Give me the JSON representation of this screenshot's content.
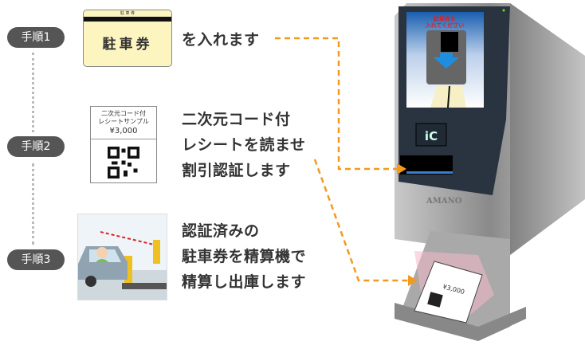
{
  "steps": [
    {
      "label": "手順1",
      "text_lines": [
        "を入れます"
      ]
    },
    {
      "label": "手順2",
      "text_lines": [
        "二次元コード付",
        "レシートを読ませ",
        "割引認証します"
      ]
    },
    {
      "label": "手順3",
      "text_lines": [
        "認証済みの",
        "駐車券を精算機で",
        "精算し出庫します"
      ]
    }
  ],
  "ticket": {
    "header": "駐 車 券",
    "title": "駐車券"
  },
  "receipt": {
    "line1": "二次元コード付",
    "line2": "レシートサンプル",
    "amount": "¥3,000"
  },
  "machine": {
    "screen_line1": "駐車券を",
    "screen_line2": "入れてください",
    "ic_label": "iC",
    "brand": "AMANO",
    "receipt_amount": "¥3,000"
  },
  "colors": {
    "accent": "#f29a1f",
    "pill": "#555555"
  }
}
